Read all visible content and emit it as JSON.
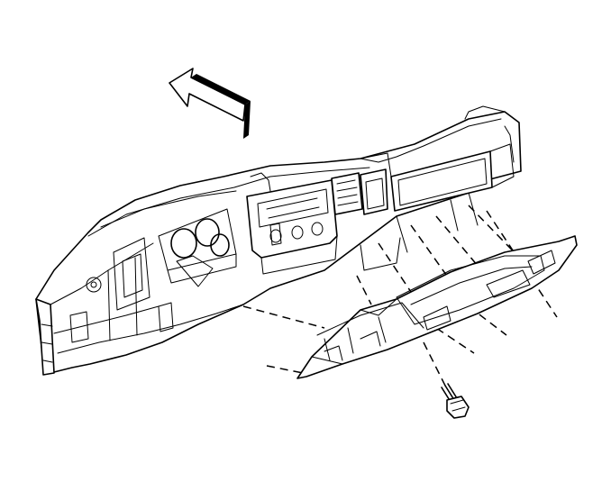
{
  "figure": {
    "kind": "exploded-view line illustration",
    "colors": {
      "stroke": "#000000",
      "background": "#ffffff"
    },
    "icons": [
      "direction-arrow-icon",
      "fastener-screw-icon"
    ],
    "components": [
      "instrument-panel-carrier",
      "instrument-cluster-opening",
      "center-air-outlet",
      "radio-control-opening",
      "upper-glove-box-opening",
      "lower-closeout-panel",
      "glove-box-trim",
      "retaining-screw"
    ]
  }
}
